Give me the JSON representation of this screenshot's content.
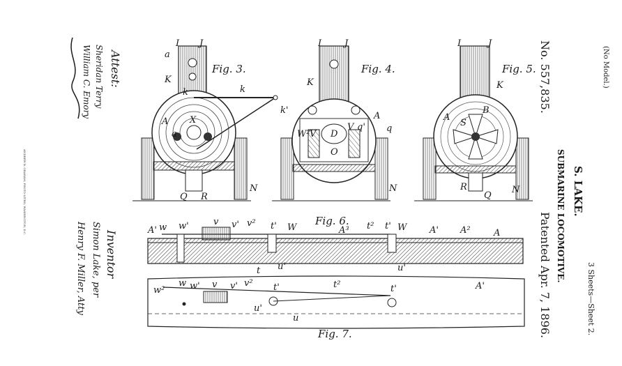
{
  "header": {
    "model_note": "(No Model.)",
    "sheets": "3 Sheets—Sheet 2.",
    "inventor_name": "S. LAKE.",
    "title": "SUBMARINE LOCOMOTIVE.",
    "patent_number": "No. 557,835.",
    "patented_date": "Patented Apr. 7, 1896."
  },
  "signatures": {
    "attest_label": "Attest:",
    "attest_witness_1": "Sheridan Terry",
    "attest_witness_2": "William C. Emory",
    "inventor_label": "Inventor",
    "inventor_sig": "Simon Lake, per",
    "attorney_sig": "Henry F. Miller, Atty",
    "printer_note": "ANDREW B. GRAHAM, PHOTO-LITHO, WASHINGTON, D.C."
  },
  "figures": {
    "fig3": {
      "caption": "Fig. 3.",
      "labels": {
        "I": "I",
        "J": "J",
        "a": "a",
        "K": "K",
        "k": "k",
        "k2": "k",
        "kp": "k'",
        "A": "A",
        "a2": "a",
        "X": "X",
        "Q": "Q",
        "R": "R",
        "N": "N"
      }
    },
    "fig4": {
      "caption": "Fig. 4.",
      "labels": {
        "I": "I",
        "J": "J",
        "K": "K",
        "A": "A",
        "q": "q",
        "W2": "W²",
        "V": "V",
        "D": "D",
        "V2": "V",
        "qp": "q'",
        "O": "O",
        "N": "N"
      }
    },
    "fig5": {
      "caption": "Fig. 5.",
      "labels": {
        "I": "I",
        "J": "J",
        "K": "K",
        "A": "A",
        "B": "B",
        "S": "S",
        "R": "R",
        "Q": "Q",
        "N": "N"
      }
    },
    "fig6": {
      "caption": "Fig. 6.",
      "labels": {
        "A1": "A'",
        "w": "w",
        "w1": "w'",
        "v": "v",
        "v1": "v'",
        "v2": "v²",
        "t1": "t'",
        "W": "W",
        "A3": "A³",
        "t2": "t²",
        "t1b": "t'",
        "W_b": "W",
        "A1b": "A'",
        "A2": "A²",
        "A": "A",
        "t": "t",
        "u1": "u'",
        "u1b": "u'"
      }
    },
    "fig7": {
      "caption": "Fig. 7.",
      "labels": {
        "w2": "w²",
        "w": "w",
        "w1": "w'",
        "v": "v",
        "v1": "v'",
        "v2": "v²",
        "t1": "t'",
        "t2": "t²",
        "t1b": "t'",
        "A1": "A'",
        "u1": "u'",
        "u": "u"
      }
    }
  }
}
